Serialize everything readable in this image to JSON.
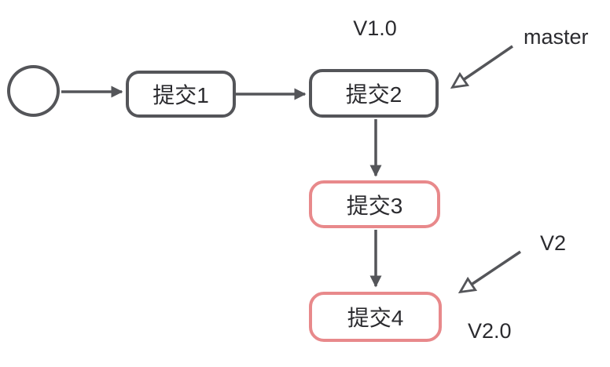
{
  "diagram": {
    "type": "git-commit-flow",
    "nodes": {
      "start": "",
      "commit1": "提交1",
      "commit2": "提交2",
      "commit3": "提交3",
      "commit4": "提交4"
    },
    "labels": {
      "tag_v1_0": "V1.0",
      "branch_master": "master",
      "branch_v2": "V2",
      "tag_v2_0": "V2.0"
    },
    "edges": [
      {
        "from": "start",
        "to": "commit1",
        "head": "solid"
      },
      {
        "from": "commit1",
        "to": "commit2",
        "head": "solid"
      },
      {
        "from": "commit2",
        "to": "commit3",
        "head": "solid"
      },
      {
        "from": "commit3",
        "to": "commit4",
        "head": "solid"
      },
      {
        "from": "branch_master",
        "to": "commit2",
        "head": "open"
      },
      {
        "from": "branch_v2",
        "to": "commit4",
        "head": "open"
      }
    ]
  },
  "colors": {
    "background": "#ffffff",
    "node_border_gray": "#545559",
    "node_border_pink": "#e8898b",
    "arrow": "#545559",
    "text": "#2b2b2f"
  }
}
